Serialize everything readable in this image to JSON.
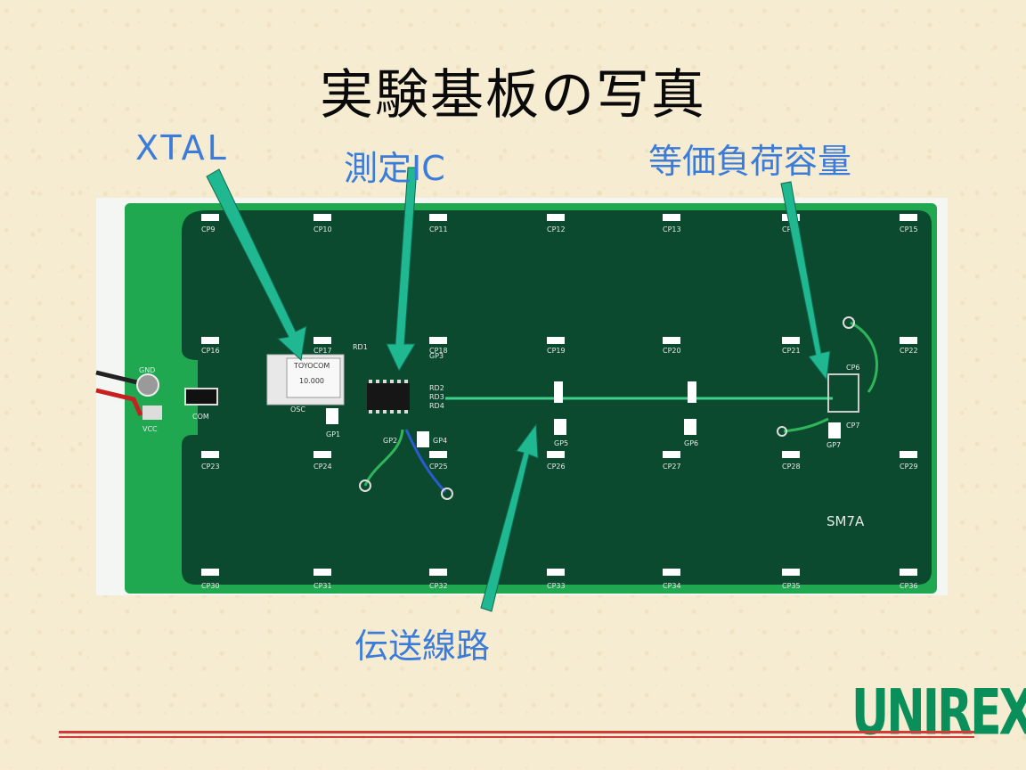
{
  "slide": {
    "title": "実験基板の写真",
    "labels": {
      "xtal": "XTAL",
      "ic": "測定IC",
      "load_capacitance": "等価負荷容量",
      "transmission_line": "伝送線路"
    },
    "logo": "UNIREX"
  },
  "board": {
    "model": "SM7A",
    "pads": [
      "CP9",
      "CP10",
      "CP11",
      "CP12",
      "CP13",
      "CP14",
      "CP15",
      "CP16",
      "CP17",
      "CP18",
      "CP19",
      "CP20",
      "CP21",
      "CP22",
      "CP23",
      "CP24",
      "CP25",
      "CP26",
      "CP27",
      "CP28",
      "CP29",
      "CP30",
      "CP31",
      "CP32",
      "CP33",
      "CP34",
      "CP35",
      "CP36"
    ],
    "misc_labels": [
      "GND",
      "VCC",
      "COM",
      "OSC",
      "GP1",
      "GP2",
      "GP3",
      "GP4",
      "GP5",
      "GP6",
      "GP7",
      "CP6",
      "CP7",
      "RD1",
      "RD2",
      "RD3",
      "RD4"
    ],
    "crystal_text": "TOYOCOM",
    "crystal_freq": "10.000"
  },
  "colors": {
    "board_green": "#0b4a2e",
    "board_edge": "#1fa84f",
    "arrow": "#1fb890",
    "label_blue": "#3b7bd9",
    "rule_red": "#d43a3a",
    "logo_green": "#0a8f5a"
  }
}
